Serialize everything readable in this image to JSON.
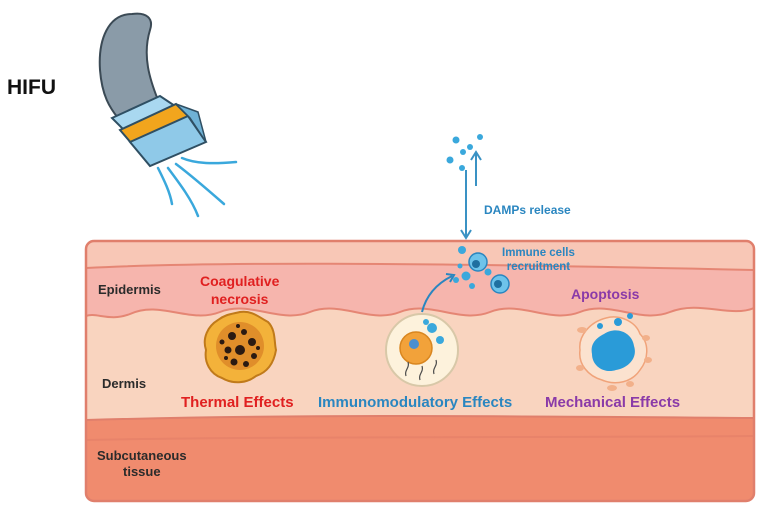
{
  "title": "HIFU",
  "layers": {
    "epidermis": "Epidermis",
    "dermis": "Dermis",
    "subcutaneous": "Subcutaneous\ntissue"
  },
  "annotations": {
    "damps": "DAMPs release",
    "immune": "Immune cells\nrecruitment",
    "coagulative": "Coagulative\nnecrosis",
    "apoptosis": "Apoptosis"
  },
  "effects": {
    "thermal": "Thermal Effects",
    "immuno": "Immunomodulatory Effects",
    "mechanical": "Mechanical Effects"
  },
  "colors": {
    "epidermis": "#f6b8b0",
    "dermis": "#f9d3bd",
    "subcutaneous": "#f08c6e",
    "outline": "#e07f6c",
    "transducer_body": "#8fc9e8",
    "transducer_band": "#f2a51d",
    "cell_blue": "#3aa8dc",
    "thermal_red": "#e02020",
    "immuno_blue": "#2a86c0",
    "mechanical_purple": "#8a3aa8"
  },
  "icons": [
    "hifu-transducer-icon",
    "ultrasound-waves-icon",
    "necrotic-cell-icon",
    "immune-cell-icon",
    "apoptotic-cell-icon",
    "damps-particles-icon"
  ]
}
